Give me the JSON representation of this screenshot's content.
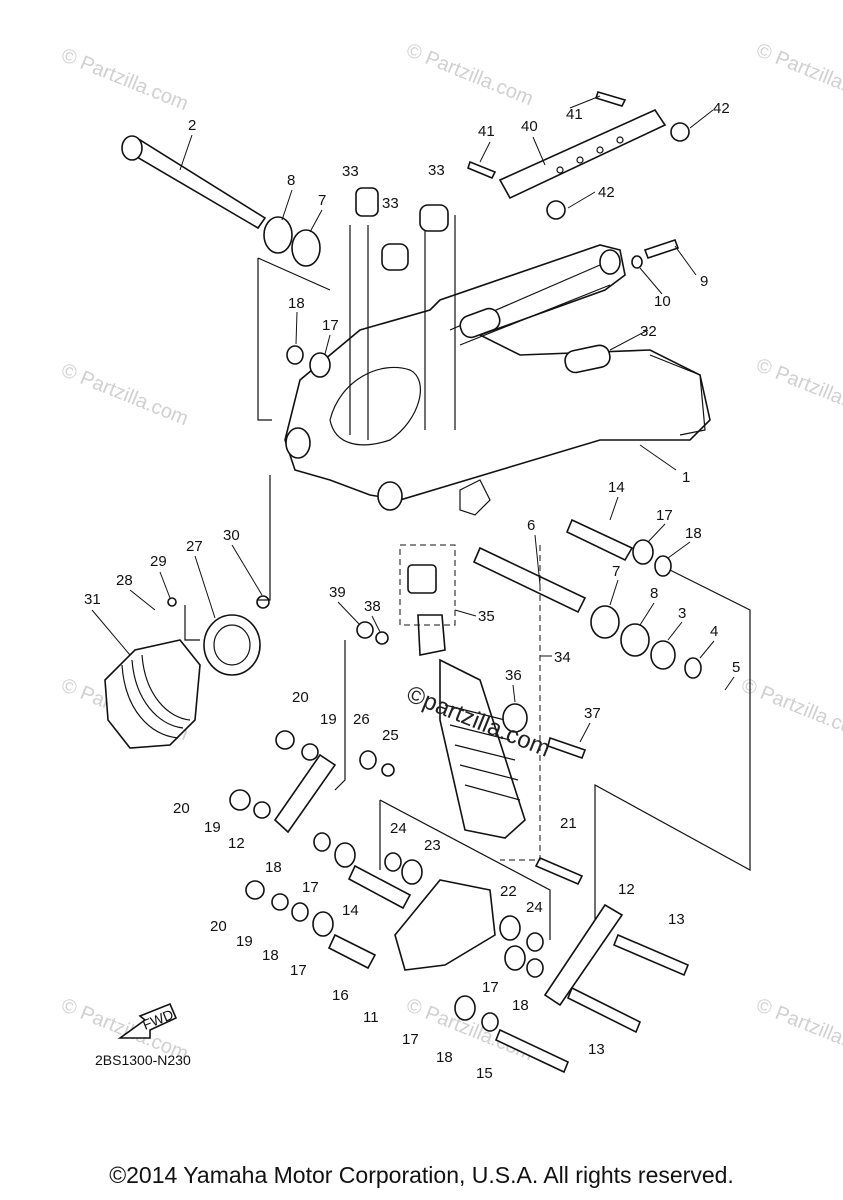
{
  "diagram": {
    "copyright": "©2014 Yamaha Motor Corporation, U.S.A. All rights reserved.",
    "drawing_code": "2BS1300-N230",
    "fwd_label": "FWD",
    "center_watermark": "©partzilla.com",
    "watermark": "© Partzilla.com",
    "callouts": [
      {
        "id": "c1",
        "text": "1"
      },
      {
        "id": "c2",
        "text": "2"
      },
      {
        "id": "c3",
        "text": "3"
      },
      {
        "id": "c4",
        "text": "4"
      },
      {
        "id": "c5",
        "text": "5"
      },
      {
        "id": "c6",
        "text": "6"
      },
      {
        "id": "c7a",
        "text": "7"
      },
      {
        "id": "c7b",
        "text": "7"
      },
      {
        "id": "c8a",
        "text": "8"
      },
      {
        "id": "c8b",
        "text": "8"
      },
      {
        "id": "c9",
        "text": "9"
      },
      {
        "id": "c10",
        "text": "10"
      },
      {
        "id": "c11",
        "text": "11"
      },
      {
        "id": "c12a",
        "text": "12"
      },
      {
        "id": "c12b",
        "text": "12"
      },
      {
        "id": "c13a",
        "text": "13"
      },
      {
        "id": "c13b",
        "text": "13"
      },
      {
        "id": "c14a",
        "text": "14"
      },
      {
        "id": "c14b",
        "text": "14"
      },
      {
        "id": "c15",
        "text": "15"
      },
      {
        "id": "c16",
        "text": "16"
      },
      {
        "id": "c17a",
        "text": "17"
      },
      {
        "id": "c17b",
        "text": "17"
      },
      {
        "id": "c17c",
        "text": "17"
      },
      {
        "id": "c17d",
        "text": "17"
      },
      {
        "id": "c17e",
        "text": "17"
      },
      {
        "id": "c17f",
        "text": "17"
      },
      {
        "id": "c18a",
        "text": "18"
      },
      {
        "id": "c18b",
        "text": "18"
      },
      {
        "id": "c18c",
        "text": "18"
      },
      {
        "id": "c18d",
        "text": "18"
      },
      {
        "id": "c18e",
        "text": "18"
      },
      {
        "id": "c18f",
        "text": "18"
      },
      {
        "id": "c19a",
        "text": "19"
      },
      {
        "id": "c19b",
        "text": "19"
      },
      {
        "id": "c19c",
        "text": "19"
      },
      {
        "id": "c20a",
        "text": "20"
      },
      {
        "id": "c20b",
        "text": "20"
      },
      {
        "id": "c20c",
        "text": "20"
      },
      {
        "id": "c21",
        "text": "21"
      },
      {
        "id": "c22",
        "text": "22"
      },
      {
        "id": "c23",
        "text": "23"
      },
      {
        "id": "c24a",
        "text": "24"
      },
      {
        "id": "c24b",
        "text": "24"
      },
      {
        "id": "c25",
        "text": "25"
      },
      {
        "id": "c26",
        "text": "26"
      },
      {
        "id": "c27",
        "text": "27"
      },
      {
        "id": "c28",
        "text": "28"
      },
      {
        "id": "c29",
        "text": "29"
      },
      {
        "id": "c30",
        "text": "30"
      },
      {
        "id": "c31",
        "text": "31"
      },
      {
        "id": "c32",
        "text": "32"
      },
      {
        "id": "c33a",
        "text": "33"
      },
      {
        "id": "c33b",
        "text": "33"
      },
      {
        "id": "c33c",
        "text": "33"
      },
      {
        "id": "c34",
        "text": "34"
      },
      {
        "id": "c35",
        "text": "35"
      },
      {
        "id": "c36",
        "text": "36"
      },
      {
        "id": "c37",
        "text": "37"
      },
      {
        "id": "c38",
        "text": "38"
      },
      {
        "id": "c39",
        "text": "39"
      },
      {
        "id": "c40",
        "text": "40"
      },
      {
        "id": "c41a",
        "text": "41"
      },
      {
        "id": "c41b",
        "text": "41"
      },
      {
        "id": "c42a",
        "text": "42"
      },
      {
        "id": "c42b",
        "text": "42"
      }
    ]
  }
}
